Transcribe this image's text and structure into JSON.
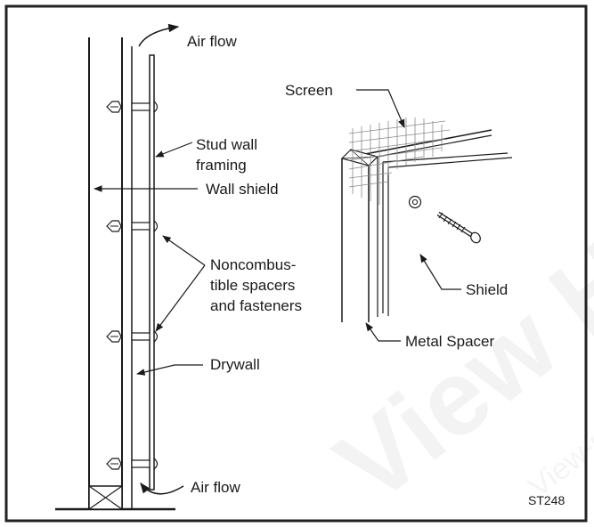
{
  "labels": {
    "air_flow_top": "Air flow",
    "stud_wall_line1": "Stud wall",
    "stud_wall_line2": "framing",
    "wall_shield": "Wall shield",
    "noncombustible_line1": "Noncombus-",
    "noncombustible_line2": "tible spacers",
    "noncombustible_line3": "and fasteners",
    "drywall": "Drywall",
    "air_flow_bottom": "Air flow",
    "screen": "Screen",
    "shield": "Shield",
    "metal_spacer": "Metal Spacer",
    "figure_code": "ST248"
  },
  "watermark": {
    "main": "View He",
    "small": "View-m"
  },
  "colors": {
    "line": "#1a1a1a",
    "frame": "#222222",
    "screen_mesh": "#8a8a8a",
    "background": "#ffffff"
  }
}
